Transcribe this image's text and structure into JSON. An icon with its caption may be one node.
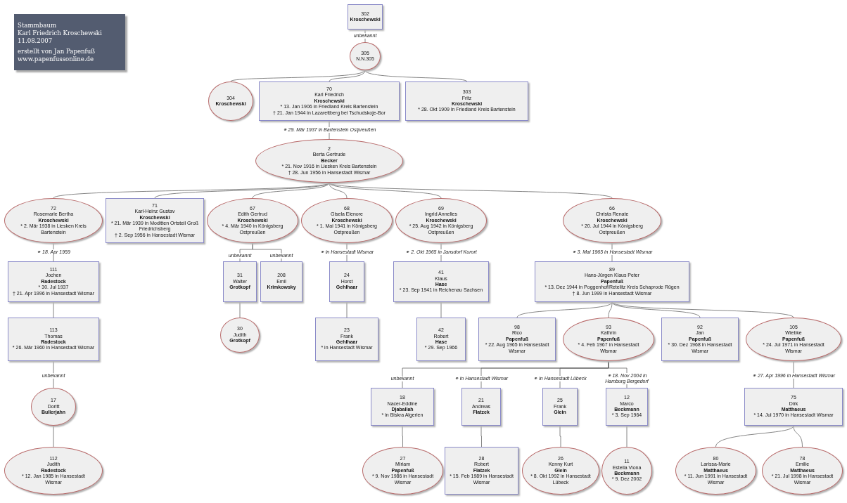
{
  "diagram": {
    "nodes": [
      {
        "text": [
          "Stammbaum",
          "Karl Friedrich Kroschewski",
          "11.08.2007",
          "erstellt von Jan Papenfuß",
          "www.papenfussonline.de"
        ]
      },
      {
        "text": [
          "302",
          "Kroschewski"
        ]
      },
      {
        "text": [
          "305",
          "N.N.305"
        ]
      },
      {
        "text": [
          "304",
          "Kroschewski"
        ]
      },
      {
        "text": [
          "70",
          "Karl Friedrich",
          "Kroschewski",
          "* 13. Jan 1906 in Friedland Kreis Bartenstein",
          "† 21. Jan 1944 in Lazarettberg bei Tschudskoje-Bor"
        ]
      },
      {
        "text": [
          "303",
          "Fritz",
          "Kroschewski",
          "* 28. Okt 1909 in Friedland Kreis Bartenstein"
        ]
      },
      {
        "text": [
          "2",
          "Berta Gertrude",
          "Becker",
          "* 21. Nov 1916 in Liesken Kreis Bartenstein",
          "† 28. Jun 1956 in Hansestadt Wismar"
        ]
      },
      {
        "text": [
          "72",
          "Rosemarie Bertha",
          "Kroschewski",
          "* 2. Mär 1938 in Liesken Kreis Bartenstein"
        ]
      },
      {
        "text": [
          "71",
          "Karl-Heinz Gustav",
          "Kroschewski",
          "* 21. Mär 1939 in Moditten Ortsteil Groß Friedrichsberg",
          "† 2. Sep 1956 in Hansestadt Wismar"
        ]
      },
      {
        "text": [
          "67",
          "Edith Gertrud",
          "Kroschewski",
          "* 4. Mär 1940 in Königsberg Ostpreußen"
        ]
      },
      {
        "text": [
          "68",
          "Gisela Elenore",
          "Kroschewski",
          "* 1. Mai 1941 in Königsberg Ostpreußen"
        ]
      },
      {
        "text": [
          "69",
          "Ingrid Annelies",
          "Kroschewski",
          "* 25. Aug 1942 in Königsberg Ostpreußen"
        ]
      },
      {
        "text": [
          "66",
          "Christa Renate",
          "Kroschewski",
          "* 20. Jul 1944 in Königsberg Ostpreußen"
        ]
      },
      {
        "text": [
          "111",
          "Jochen",
          "Radestock",
          "* 30. Jul 1937",
          "† 21. Apr 1996 in Hansestadt Wismar"
        ]
      },
      {
        "text": [
          "31",
          "Walter",
          "Grotkopf"
        ]
      },
      {
        "text": [
          "208",
          "Emil",
          "Krimkowsky"
        ]
      },
      {
        "text": [
          "24",
          "Horst",
          "Gehlhaar"
        ]
      },
      {
        "text": [
          "41",
          "Klaus",
          "Hase",
          "* 23. Sep 1941 in Reichenau Sachsen"
        ]
      },
      {
        "text": [
          "89",
          "Hans-Jürgen Klaus Peter",
          "Papenfuß",
          "* 13. Dez 1944 in Poggenhof/Retelitz Kreis Schaprode Rügen",
          "† 8. Jun 1999 in Hansestadt Wismar"
        ]
      },
      {
        "text": [
          "113",
          "Thomas",
          "Radestock",
          "* 26. Mär 1960 in Hansestadt Wismar"
        ]
      },
      {
        "text": [
          "30",
          "Judith",
          "Grotkopf"
        ]
      },
      {
        "text": [
          "23",
          "Frank",
          "Gehlhaar",
          "* in Hansestadt Wismar"
        ]
      },
      {
        "text": [
          "42",
          "Robert",
          "Hase",
          "* 29. Sep 1966"
        ]
      },
      {
        "text": [
          "98",
          "Rico",
          "Papenfuß",
          "* 22. Aug 1965 in Hansestadt Wismar"
        ]
      },
      {
        "text": [
          "93",
          "Kathrin",
          "Papenfuß",
          "* 4. Feb 1967 in Hansestadt Wismar"
        ]
      },
      {
        "text": [
          "92",
          "Jan",
          "Papenfuß",
          "* 30. Dez 1968 in Hansestadt Wismar"
        ]
      },
      {
        "text": [
          "105",
          "Wiebke",
          "Papenfuß",
          "* 24. Jul 1971 in Hansestadt Wismar"
        ]
      },
      {
        "text": [
          "17",
          "Doritt",
          "Bullerjahn"
        ]
      },
      {
        "text": [
          "18",
          "Nacer-Eddine",
          "Djaballah",
          "* in Biskra Algerien"
        ]
      },
      {
        "text": [
          "21",
          "Andreas",
          "Flatzek"
        ]
      },
      {
        "text": [
          "25",
          "Frank",
          "Glein"
        ]
      },
      {
        "text": [
          "12",
          "Marco",
          "Beckmann",
          "* 3. Sep 1964"
        ]
      },
      {
        "text": [
          "75",
          "Dirk",
          "Matthaeus",
          "* 14. Jul 1970 in Hansestadt Wismar"
        ]
      },
      {
        "text": [
          "112",
          "Judith",
          "Radestock",
          "* 12. Jan 1985 in Hansestadt Wismar"
        ]
      },
      {
        "text": [
          "27",
          "Miriam",
          "Papenfuß",
          "* 9. Nov 1986 in Hansestadt Wismar"
        ]
      },
      {
        "text": [
          "28",
          "Robert",
          "Flatzek",
          "* 15. Feb 1989 in Hansestadt Wismar"
        ]
      },
      {
        "text": [
          "26",
          "Kenny Kurt",
          "Glein",
          "* 8. Okt 1992 in Hansestadt Lübeck"
        ]
      },
      {
        "text": [
          "11",
          "Estella Viona",
          "Beckmann",
          "* 9. Dez 2002"
        ]
      },
      {
        "text": [
          "80",
          "Larissa-Marie",
          "Matthaeus",
          "* 11. Jun 1991 in Hansestadt Wismar"
        ]
      },
      {
        "text": [
          "78",
          "Emilie",
          "Matthaeus",
          "* 21. Jul 1998 in Hansestadt Wismar"
        ]
      }
    ],
    "edges": [
      {
        "from": 1,
        "to": 2,
        "arrow": "none",
        "label": "unbekannt"
      },
      {
        "from": 2,
        "to": 3,
        "arrow": "none"
      },
      {
        "from": 2,
        "to": 4,
        "arrow": "none"
      },
      {
        "from": 2,
        "to": 5,
        "arrow": "none"
      },
      {
        "from": 4,
        "to": 6,
        "arrow": "none",
        "label": "⚭ 29. Mär 1937 in Bartenstein Ostpreußen"
      },
      {
        "from": 6,
        "to": 7,
        "arrow": "none"
      },
      {
        "from": 6,
        "to": 8,
        "arrow": "none"
      },
      {
        "from": 6,
        "to": 9,
        "arrow": "none"
      },
      {
        "from": 6,
        "to": 10,
        "arrow": "none"
      },
      {
        "from": 6,
        "to": 11,
        "arrow": "none"
      },
      {
        "from": 6,
        "to": 12,
        "arrow": "none"
      },
      {
        "from": 7,
        "to": 13,
        "arrow": "none",
        "label": "⚭ 18. Apr 1959"
      },
      {
        "from": 9,
        "to": 14,
        "arrow": "none",
        "label": "unbekannt"
      },
      {
        "from": 9,
        "to": 15,
        "arrow": "none",
        "label": "unbekannt"
      },
      {
        "from": 10,
        "to": 16,
        "arrow": "none",
        "label": "⚭ in Hansestadt Wismar"
      },
      {
        "from": 11,
        "to": 17,
        "arrow": "none",
        "label": "⚭ 2. Okt 1965 in Jansdorf Kurort"
      },
      {
        "from": 12,
        "to": 18,
        "arrow": "none",
        "label": "⚭ 3. Mai 1965 in Hansestadt Wismar"
      },
      {
        "from": 13,
        "to": 19,
        "arrow": "none"
      },
      {
        "from": 14,
        "to": 20,
        "arrow": "none"
      },
      {
        "from": 16,
        "to": 21,
        "arrow": "none"
      },
      {
        "from": 17,
        "to": 22,
        "arrow": "none"
      },
      {
        "from": 18,
        "to": 23,
        "arrow": "none"
      },
      {
        "from": 18,
        "to": 24,
        "arrow": "none"
      },
      {
        "from": 18,
        "to": 25,
        "arrow": "none"
      },
      {
        "from": 18,
        "to": 26,
        "arrow": "none"
      },
      {
        "from": 19,
        "to": 27,
        "arrow": "none",
        "label": "unbekannt"
      },
      {
        "from": 24,
        "to": 28,
        "arrow": "none",
        "label": "unbekannt"
      },
      {
        "from": 24,
        "to": 29,
        "arrow": "none",
        "label": "⚭ in Hansestadt Wismar"
      },
      {
        "from": 24,
        "to": 30,
        "arrow": "none",
        "label": "⚭ in Hansestadt Lübeck"
      },
      {
        "from": 24,
        "to": 31,
        "arrow": "none",
        "label": "⚭ 18. Nov 2004 in Hamburg Bergedorf"
      },
      {
        "from": 26,
        "to": 32,
        "arrow": "none",
        "label": "⚭ 27. Apr 1996 in Hansestadt Wismar"
      },
      {
        "from": 27,
        "to": 33,
        "arrow": "none"
      },
      {
        "from": 28,
        "to": 34,
        "arrow": "none"
      },
      {
        "from": 29,
        "to": 35,
        "arrow": "none"
      },
      {
        "from": 30,
        "to": 36,
        "arrow": "none"
      },
      {
        "from": 31,
        "to": 37,
        "arrow": "none"
      },
      {
        "from": 32,
        "to": 38,
        "arrow": "none"
      },
      {
        "from": 32,
        "to": 39,
        "arrow": "none"
      }
    ]
  }
}
